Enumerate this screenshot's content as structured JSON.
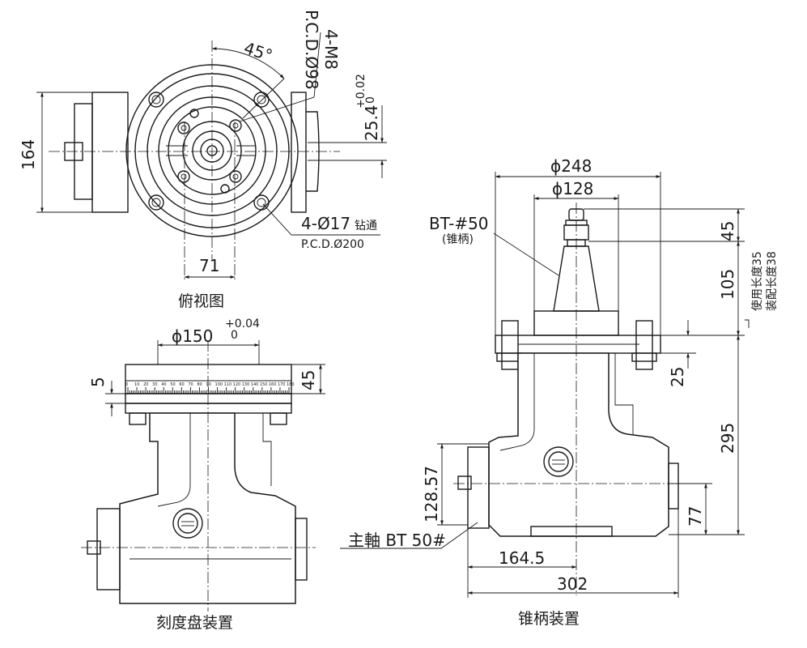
{
  "top_view": {
    "caption": "俯视图",
    "dim_height": "164",
    "dim_angle": "45°",
    "bolt_holes": "4-M8",
    "pcd_small": "P.C.D.Ø98",
    "tol_plus": "+0.02",
    "tol_zero": "0",
    "dim_bore": "25.4",
    "thru_holes_a": "4-Ø17",
    "thru_holes_b": "钻通",
    "pcd_large": "P.C.D.Ø200",
    "dim_offset": "71"
  },
  "dial_view": {
    "caption": "刻度盘装置",
    "dim_diameter": "ϕ150",
    "tol_plus": "+0.04",
    "tol_zero": "0",
    "dim_thick": "5",
    "dim_height": "45",
    "scale_marks": [
      "0",
      "10",
      "20",
      "30",
      "40",
      "50",
      "60",
      "70",
      "80",
      "90",
      "100",
      "110",
      "120",
      "130",
      "140",
      "150",
      "160",
      "170",
      "180"
    ]
  },
  "taper_view": {
    "caption": "锥柄装置",
    "callout": "BT-#50",
    "callout_sub": "(锥柄)",
    "dim_d248": "ϕ248",
    "dim_d128": "ϕ128",
    "dim_45": "45",
    "dim_105": "105",
    "dim_25": "25",
    "dim_295": "295",
    "dim_77": "77",
    "dim_12857": "128.57",
    "dim_1645": "164.5",
    "dim_302": "302",
    "use_len": "使用长度35",
    "fit_len": "装配长度38",
    "spindle": "主軸 BT 50#"
  }
}
